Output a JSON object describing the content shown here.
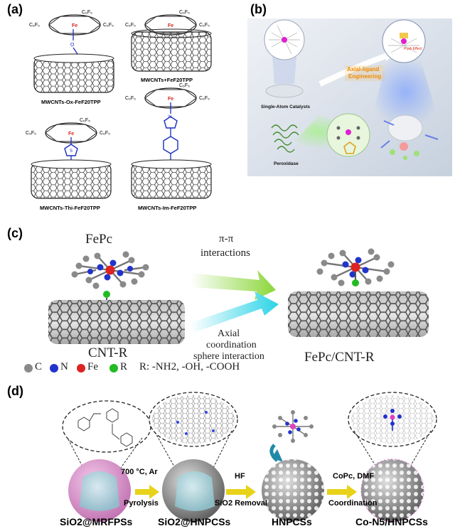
{
  "panel_a": {
    "label": "(a)",
    "captions": {
      "ox": "MWCNTs-Ox-FeF20TPP",
      "plus": "MWCNTs+FeF20TPP",
      "thi": "MWCNTs-Thi-FeF20TPP",
      "im": "MWCNTs-Im-FeF20TPP"
    },
    "atom_fe": "Fe",
    "group_c6f5": "C6F5"
  },
  "panel_b": {
    "label": "(b)",
    "sac_label": "Single-Atom Catalysts",
    "peroxidase_label": "Peroxidase",
    "engineering_line1": "Axial-ligand",
    "engineering_line2": "Engineering",
    "push_effect": "Push Effect"
  },
  "panel_c": {
    "label": "(c)",
    "fepc": "FePc",
    "cnt_r": "CNT-R",
    "product": "FePc/CNT-R",
    "pi_line1": "π-π",
    "pi_line2": "interactions",
    "axial_line1": "Axial",
    "axial_line2": "coordination",
    "axial_line3": "sphere interaction",
    "legend": [
      {
        "symbol": "C",
        "color": "#8a8a8a"
      },
      {
        "symbol": "N",
        "color": "#2233cc"
      },
      {
        "symbol": "Fe",
        "color": "#dd2222"
      },
      {
        "symbol": "R",
        "color": "#22bb22"
      }
    ],
    "r_groups": "R: -NH2, -OH, -COOH"
  },
  "panel_d": {
    "label": "(d)",
    "step1_line1": "700 °C, Ar",
    "step1_line2": "Pyrolysis",
    "step2_line1": "HF",
    "step2_line2": "SiO2 Removal",
    "step3_line1": "CoPc, DMF",
    "step3_line2": "Coordination",
    "names": [
      "SiO2@MRFPSs",
      "SiO2@HNPCSs",
      "HNPCSs",
      "Co-N5/HNPCSs"
    ]
  }
}
